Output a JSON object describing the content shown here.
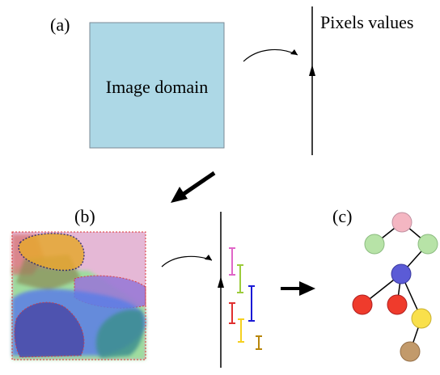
{
  "labels": {
    "panel_a": "(a)",
    "panel_b": "(b)",
    "panel_c": "(c)",
    "image_domain": "Image domain",
    "pixel_values": "Pixels values"
  },
  "colors": {
    "domain_fill": "#add8e6",
    "tree_root": "#f4b6c2",
    "tree_level1": "#b7e3a7",
    "tree_mid": "#5b5bd6",
    "tree_red": "#ef3b2c",
    "tree_yellow": "#f9e04b",
    "tree_brown": "#c29a6b"
  },
  "interval_colors": [
    "#e066c8",
    "#9ccc3c",
    "#1a1ad6",
    "#e03030",
    "#f5d020",
    "#b8860b"
  ]
}
